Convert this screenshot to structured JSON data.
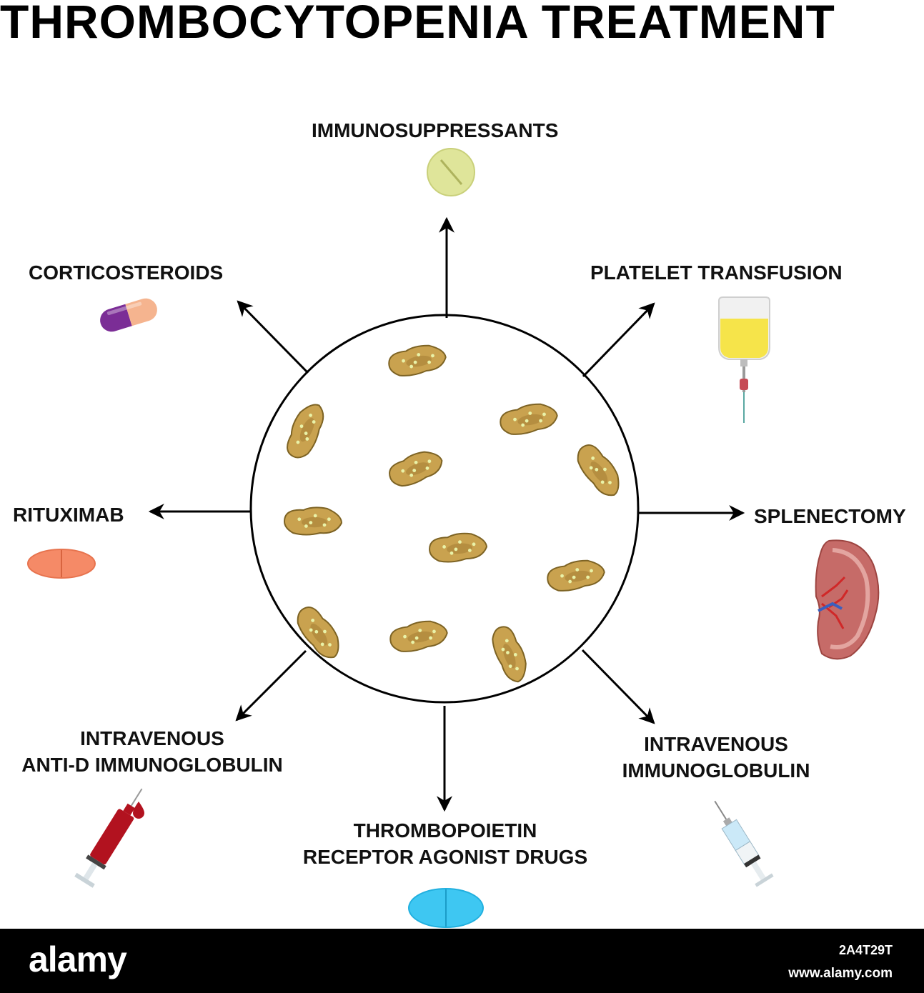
{
  "title": "THROMBOCYTOPENIA TREATMENT",
  "treatments": {
    "immunosuppressants": {
      "label": "IMMUNOSUPPRESSANTS",
      "icon": "round-tablet-icon"
    },
    "corticosteroids": {
      "label": "CORTICOSTEROIDS",
      "icon": "capsule-icon"
    },
    "platelet_transfusion": {
      "label": "PLATELET TRANSFUSION",
      "icon": "iv-bag-icon"
    },
    "rituximab": {
      "label": "RITUXIMAB",
      "icon": "oval-tablet-icon"
    },
    "splenectomy": {
      "label": "SPLENECTOMY",
      "icon": "spleen-icon"
    },
    "anti_d": {
      "label_line1": "INTRAVENOUS",
      "label_line2": "ANTI-D IMMUNOGLOBULIN",
      "icon": "blood-syringe-icon"
    },
    "tpo": {
      "label_line1": "THROMBOPOIETIN",
      "label_line2": "RECEPTOR AGONIST DRUGS",
      "icon": "blue-tablet-icon"
    },
    "ivig": {
      "label_line1": "INTRAVENOUS",
      "label_line2": "IMMUNOGLOBULIN",
      "icon": "syringe-icon"
    }
  },
  "center": {
    "icon": "platelets-circle-icon"
  },
  "footer": {
    "brand": "alamy",
    "image_id": "2A4T29T",
    "site": "www.alamy.com"
  },
  "colors": {
    "platelet_fill": "#c9a24f",
    "platelet_inner": "#b08a3c",
    "tablet_yellow": "#dfe59a",
    "tablet_orange": "#f58a67",
    "tablet_blue": "#3ec7f2",
    "capsule_purple": "#7b2d96",
    "capsule_peach": "#f5b48f",
    "blood_red": "#a3121f"
  }
}
